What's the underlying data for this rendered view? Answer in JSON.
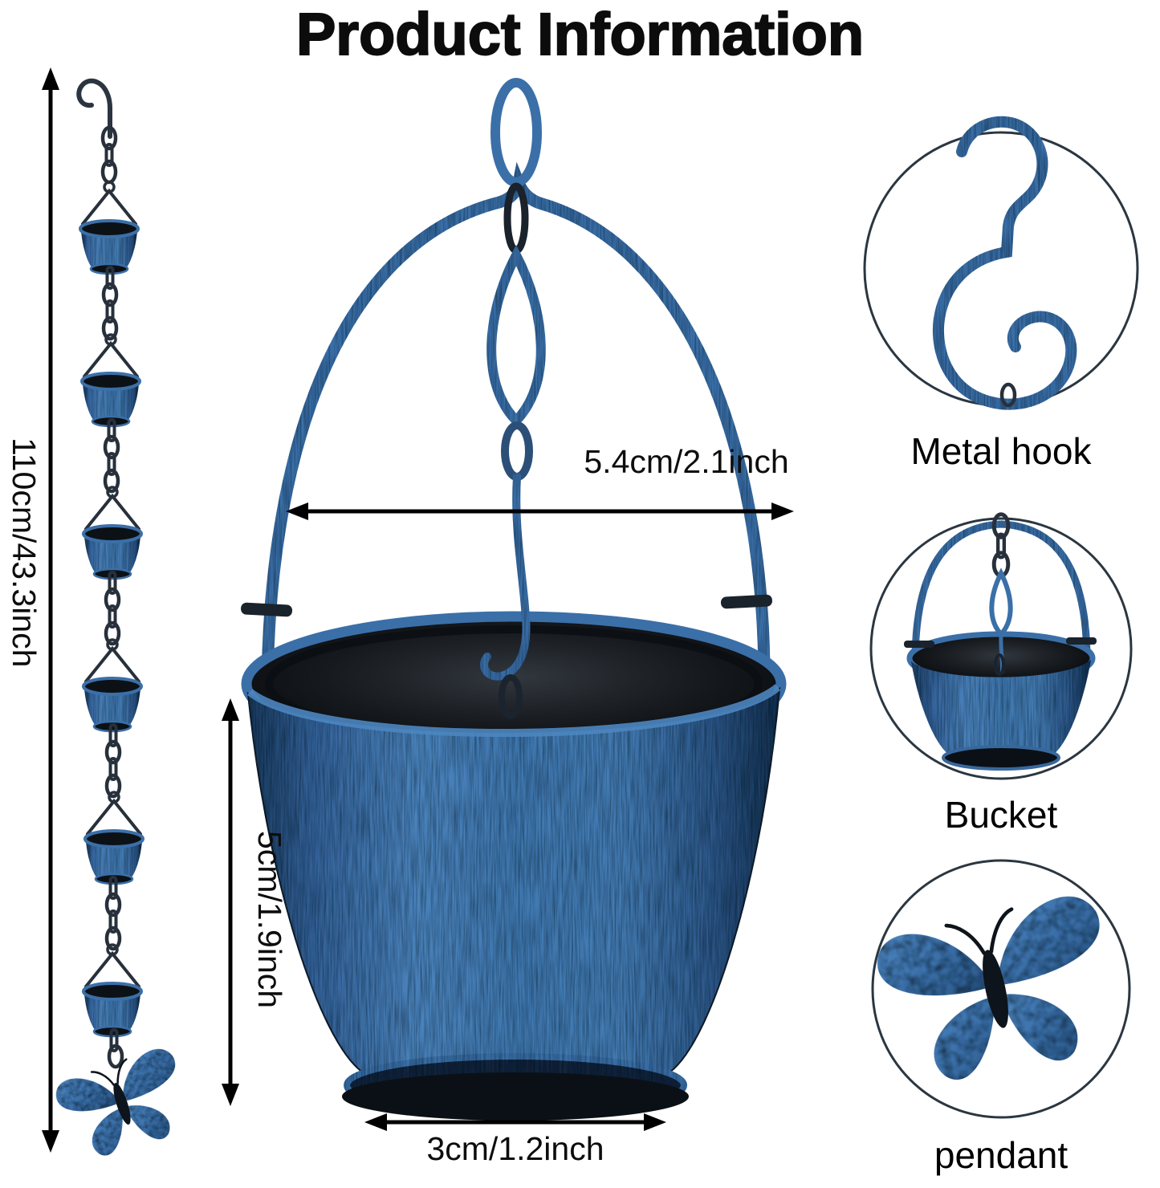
{
  "title": "Product Information",
  "measurements": {
    "chain_length": "110cm/43.3inch",
    "top_width": "5.4cm/2.1inch",
    "bucket_height": "5cm/1.9inch",
    "base_width": "3cm/1.2inch"
  },
  "callouts": [
    {
      "label": "Metal hook"
    },
    {
      "label": "Bucket"
    },
    {
      "label": "pendant"
    }
  ],
  "colors": {
    "weathered_blue": "#3b6fa8",
    "highlight_blue": "#4d86c0",
    "dark_metal": "#10161d",
    "chain_dark": "#27303b",
    "arrow": "#000000",
    "text": "#0c0c0c",
    "background": "#ffffff"
  }
}
